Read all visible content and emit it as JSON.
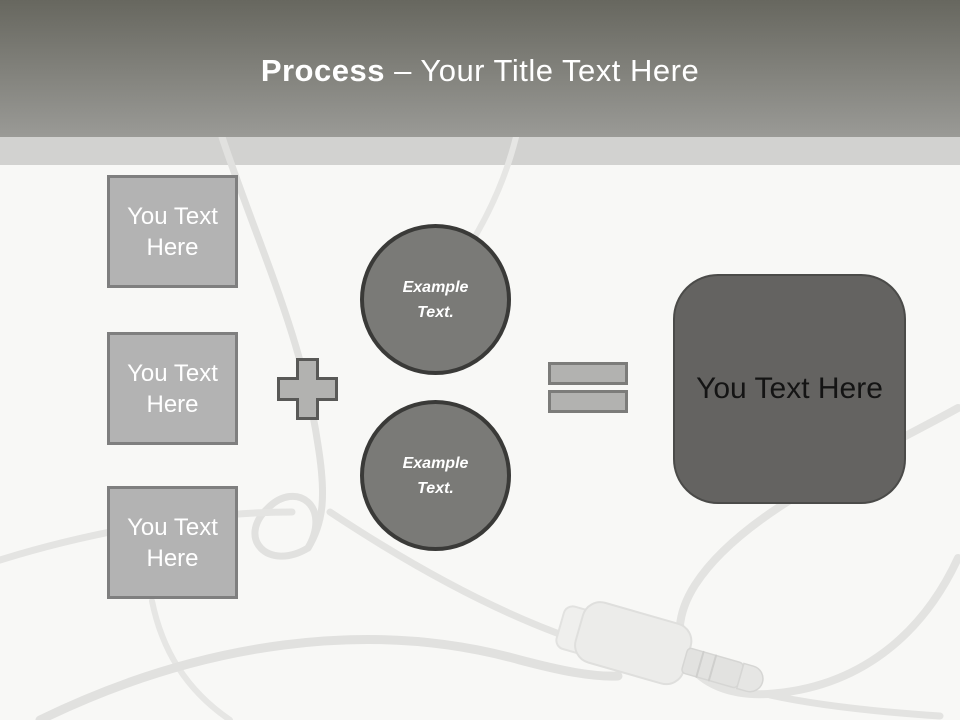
{
  "slide": {
    "header": {
      "title_bold": "Process",
      "title_rest": "– Your Title Text Here"
    },
    "left_boxes": [
      {
        "label": "You Text Here"
      },
      {
        "label": "You Text Here"
      },
      {
        "label": "You Text Here"
      }
    ],
    "operators": {
      "plus_icon": "plus-operator",
      "equals_icon": "equals-operator"
    },
    "circles": [
      {
        "label": "Example Text."
      },
      {
        "label": "Example Text."
      }
    ],
    "result_box": {
      "label": "You Text Here"
    },
    "background": {
      "description": "faint photo of earbud audio cable with 3.5mm jack"
    },
    "colors": {
      "header_gradient_top": "#67675f",
      "header_gradient_bottom": "#9a9a96",
      "band": "#d2d2d0",
      "background": "#f8f8f6",
      "box_fill": "#b3b3b3",
      "box_border": "#7f7f7f",
      "box_text_color": "#ffffff",
      "operator_fill": "#b2b2b0",
      "plus_border": "#595957",
      "equals_border": "#7c7c7a",
      "circle_fill": "#7a7a77",
      "circle_border": "#3a3a38",
      "result_fill": "#646361",
      "result_border": "#4b4b49",
      "result_text_color": "#141414",
      "title_color": "#ffffff"
    }
  }
}
